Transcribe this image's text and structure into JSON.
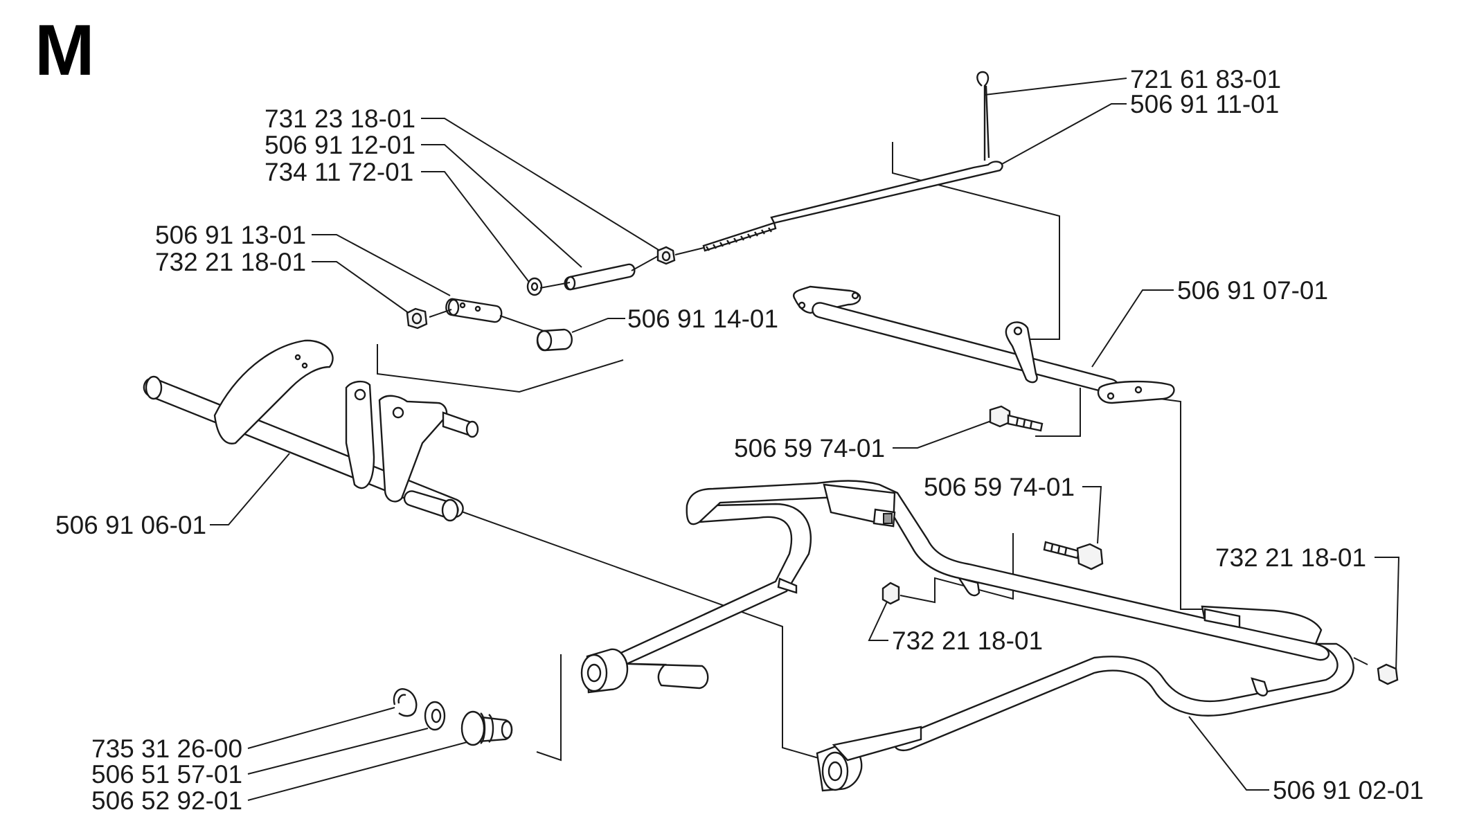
{
  "section_letter": "M",
  "labels": {
    "l1": "721 61 83-01",
    "l2": "506 91 11-01",
    "l3": "731 23 18-01",
    "l4": "506 91 12-01",
    "l5": "734 11 72-01",
    "l6": "506 91 13-01",
    "l7": "732 21 18-01",
    "l8": "506 91 14-01",
    "l9": "506 91 07-01",
    "l10": "506 59 74-01",
    "l11": "506 59 74-01",
    "l12": "506 91 06-01",
    "l13": "732 21 18-01",
    "l14": "732 21 18-01",
    "l15": "735 31 26-00",
    "l16": "506 51 57-01",
    "l17": "506 52 92-01",
    "l18": "506 91 02-01"
  }
}
